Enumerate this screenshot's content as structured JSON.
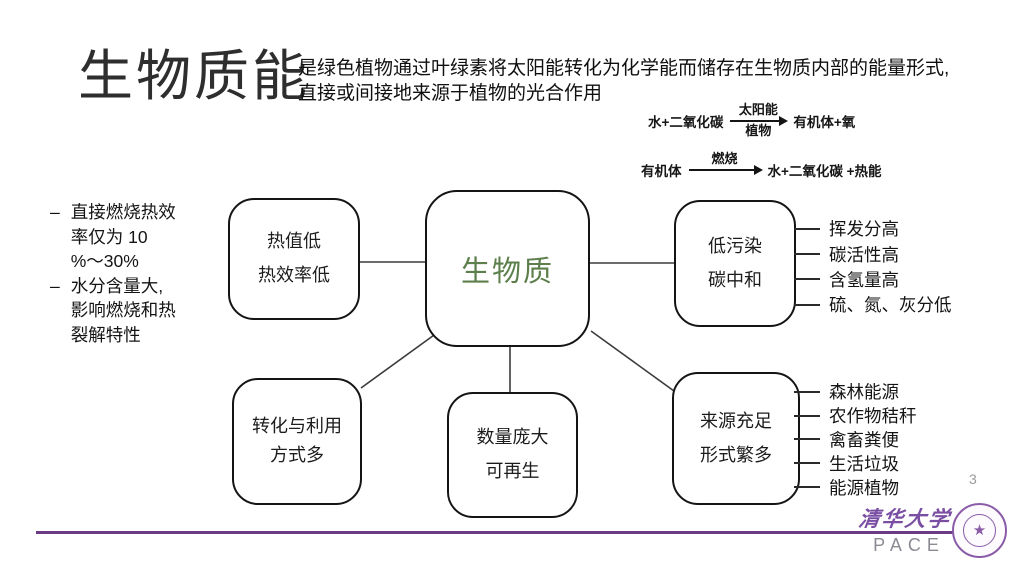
{
  "slide": {
    "title": "生物质能",
    "subtitle_lines": [
      "是绿色植物通过叶绿素将太阳能转化为化学能而储存在生物质内部的能量形式,",
      "直接或间接地来源于植物的光合作用"
    ],
    "page_number": "3"
  },
  "equations": [
    {
      "left": "水+二氧化碳",
      "arrow_top": "太阳能",
      "arrow_bottom": "植物",
      "right": "有机体+氧"
    },
    {
      "left": "有机体",
      "arrow_top": "燃烧",
      "arrow_bottom": "",
      "right": "水+二氧化碳 +热能"
    }
  ],
  "left_notes": {
    "bullet_char": "–",
    "items": [
      {
        "lines": [
          "直接燃烧热效",
          "率仅为 10",
          "%～30%"
        ]
      },
      {
        "lines": [
          "水分含量大,",
          "影响燃烧和热",
          "裂解特性"
        ]
      }
    ]
  },
  "diagram": {
    "center_label": "生物质",
    "center_color": "#5d7f4b",
    "nodes": {
      "top_left": {
        "lines": [
          "热值低",
          "热效率低"
        ]
      },
      "top_right": {
        "lines": [
          "低污染",
          "碳中和"
        ]
      },
      "bottom_left": {
        "lines": [
          "转化与利用",
          "方式多"
        ]
      },
      "bottom_middle": {
        "lines": [
          "数量庞大",
          "可再生"
        ]
      },
      "bottom_right": {
        "lines": [
          "来源充足",
          "形式繁多"
        ]
      }
    },
    "top_right_list": [
      "挥发分高",
      "碳活性高",
      "含氢量高",
      "硫、氮、灰分低"
    ],
    "bottom_right_list": [
      "森林能源",
      "农作物秸秆",
      "禽畜粪便",
      "生活垃圾",
      "能源植物"
    ]
  },
  "footer": {
    "university_name": "清华大学",
    "org_name": "PACE",
    "seal_star": "★",
    "line_color": "#6d3a85",
    "accent_purple": "#7a4fa3"
  }
}
